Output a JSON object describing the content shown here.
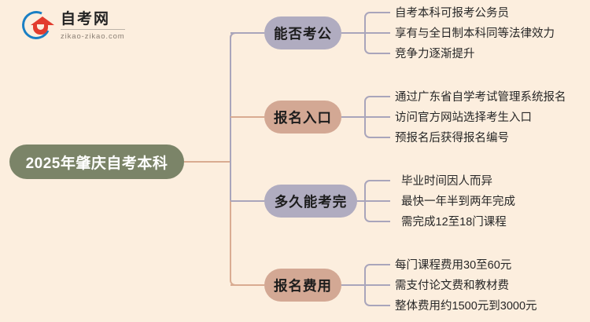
{
  "logo": {
    "title": "自考网",
    "subtitle": "zikao-zikao.com",
    "mark_icon": "graduation-cap-icon"
  },
  "colors": {
    "background": "#fceede",
    "root_node": "#7b8468",
    "branch_purple": "#b0acc0",
    "branch_tan": "#d3a894",
    "wire_purple": "#a9a5bb",
    "wire_tan": "#d9ab91",
    "leaf_text": "#272727",
    "root_text": "#ffffff"
  },
  "mindmap": {
    "type": "mindmap",
    "root": "2025年肇庆自考本科",
    "branches": [
      {
        "label": "能否考公",
        "color": "#b0acc0",
        "wire": "#a9a5bb",
        "leaves": [
          "自考本科可报考公务员",
          "享有与全日制本科同等法律效力",
          "竞争力逐渐提升"
        ]
      },
      {
        "label": "报名入口",
        "color": "#d3a894",
        "wire": "#d9ab91",
        "leaves": [
          "通过广东省自学考试管理系统报名",
          "访问官方网站选择考生入口",
          "预报名后获得报名编号"
        ]
      },
      {
        "label": "多久能考完",
        "color": "#b0acc0",
        "wire": "#a9a5bb",
        "leaves": [
          "毕业时间因人而异",
          "最快一年半到两年完成",
          "需完成12至18门课程"
        ]
      },
      {
        "label": "报名费用",
        "color": "#d3a894",
        "wire": "#d9ab91",
        "leaves": [
          "每门课程费用30至60元",
          "需支付论文费和教材费",
          "整体费用约1500元到3000元"
        ]
      }
    ]
  }
}
